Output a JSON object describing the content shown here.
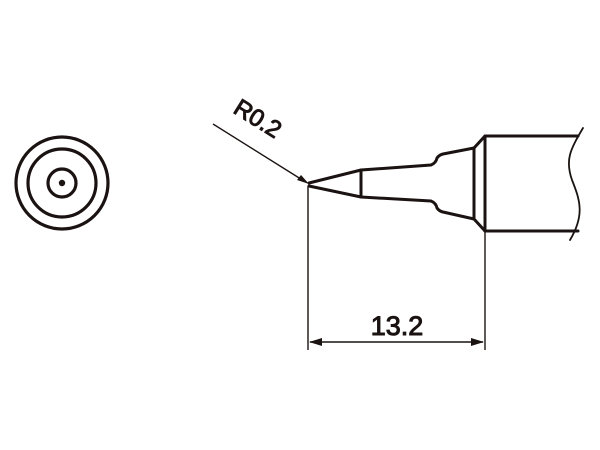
{
  "drawing": {
    "subject": "soldering tip technical drawing",
    "line_color": "#1a1311",
    "background": "#ffffff",
    "end_view": {
      "rings": 4
    },
    "side_view": {
      "radius_label": "R0.2",
      "length_label": "13.2"
    }
  }
}
